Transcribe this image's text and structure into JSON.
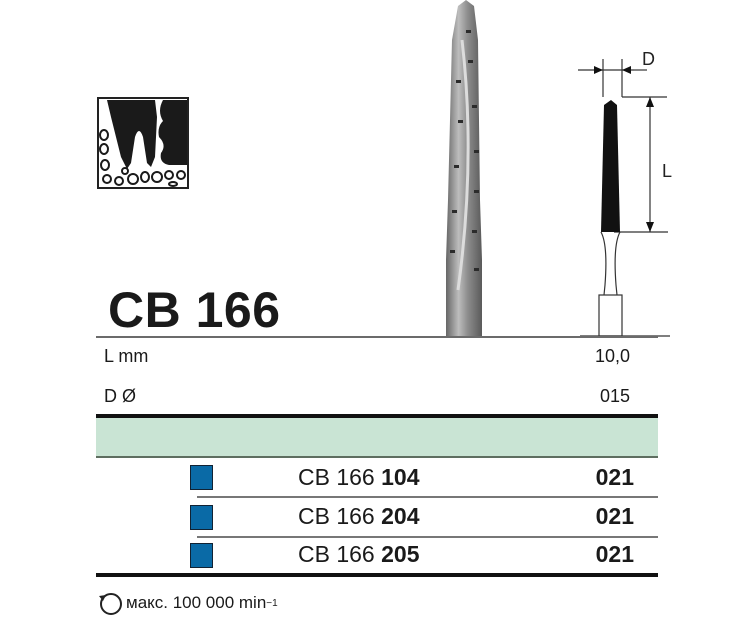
{
  "product": {
    "title": "CB 166",
    "indication_icon": "tooth-bone-section-icon",
    "photo": "spiral-fissure-bur-photo",
    "drawing": {
      "icon": "bur-dimension-drawing",
      "dimension_d_label": "D",
      "dimension_l_label": "L"
    }
  },
  "specs": [
    {
      "label": "L mm",
      "value": "10,0"
    },
    {
      "label": "D Ø",
      "value": "015"
    }
  ],
  "variants": [
    {
      "code_prefix": "CB 166 ",
      "code_suffix": "104",
      "pack": "021",
      "color": "#0a6aa6"
    },
    {
      "code_prefix": "CB 166 ",
      "code_suffix": "204",
      "pack": "021",
      "color": "#0a6aa6"
    },
    {
      "code_prefix": "CB 166 ",
      "code_suffix": "205",
      "pack": "021",
      "color": "#0a6aa6"
    }
  ],
  "footer": {
    "icon": "rotation-icon",
    "speed_text": "макс. 100 000 min",
    "speed_superscript": "−1"
  },
  "colors": {
    "band": "#c9e4d4",
    "shank_square": "#0a6aa6"
  }
}
